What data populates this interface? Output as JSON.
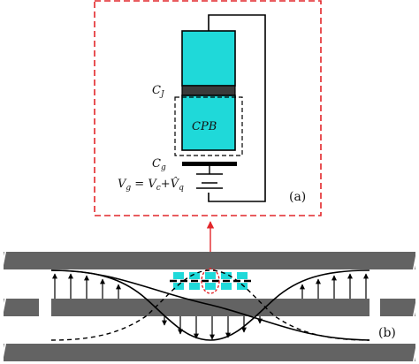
{
  "diagram": {
    "inset": {
      "junction_capacitance": {
        "symbol": "C",
        "subscript": "J"
      },
      "box_label": "CPB",
      "gate_capacitance": {
        "symbol": "C",
        "subscript": "g"
      },
      "gate_voltage": {
        "lhs": "V",
        "lhs_sub": "g",
        "rhs_1": "V",
        "rhs_1_sub": "c",
        "rhs_2": "V̂",
        "rhs_2_sub": "q"
      },
      "panel_label": "(a)"
    },
    "resonator": {
      "panel_label": "(b)"
    },
    "colors": {
      "cyan": "#1fd9d9",
      "dark_gray": "#636363",
      "junction": "#3a3a3a",
      "red_dashed": "#e2262a",
      "black": "#000000"
    }
  }
}
